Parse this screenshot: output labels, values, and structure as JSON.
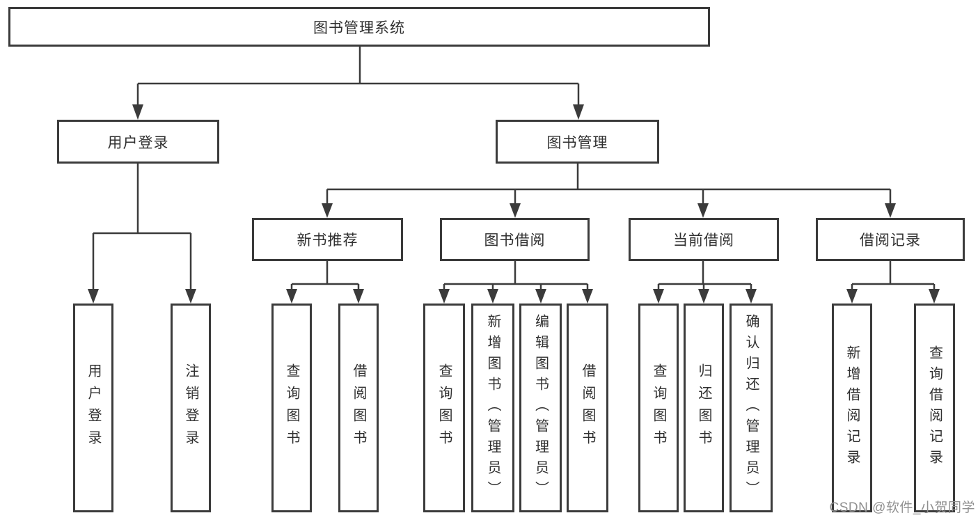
{
  "diagram": {
    "root": {
      "label": "图书管理系统"
    },
    "user_login": {
      "label": "用户登录",
      "children": [
        {
          "label": "用户登录"
        },
        {
          "label": "注销登录"
        }
      ]
    },
    "book_mgmt": {
      "label": "图书管理",
      "new_book": {
        "label": "新书推荐",
        "children": [
          {
            "label": "查询图书"
          },
          {
            "label": "借阅图书"
          }
        ]
      },
      "book_borrow": {
        "label": "图书借阅",
        "children": [
          {
            "label": "查询图书"
          },
          {
            "label": "新增图书（管理员）"
          },
          {
            "label": "编辑图书（管理员）"
          },
          {
            "label": "借阅图书"
          }
        ]
      },
      "current_borrow": {
        "label": "当前借阅",
        "children": [
          {
            "label": "查询图书"
          },
          {
            "label": "归还图书"
          },
          {
            "label": "确认归还（管理员）"
          }
        ]
      },
      "borrow_record": {
        "label": "借阅记录",
        "children": [
          {
            "label": "新增借阅记录"
          },
          {
            "label": "查询借阅记录"
          }
        ]
      }
    },
    "watermark": "CSDN @软件_小贺同学",
    "colors": {
      "line": "#3b3b3b",
      "text": "#2f2f2f",
      "watermark": "#8f8f8f",
      "background": "#ffffff"
    }
  }
}
